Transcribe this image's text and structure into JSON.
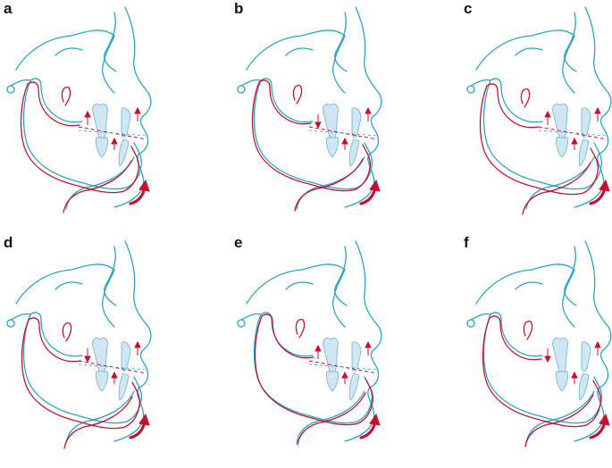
{
  "figure": {
    "colors": {
      "pre_treatment_outline": "#2aa3c4",
      "post_treatment_outline": "#c8102e",
      "tooth_fill": "#cfe6f3",
      "tooth_stroke": "#7fb6d6"
    },
    "panels": [
      {
        "label": "a"
      },
      {
        "label": "b"
      },
      {
        "label": "c"
      },
      {
        "label": "d"
      },
      {
        "label": "e"
      },
      {
        "label": "f"
      }
    ]
  }
}
